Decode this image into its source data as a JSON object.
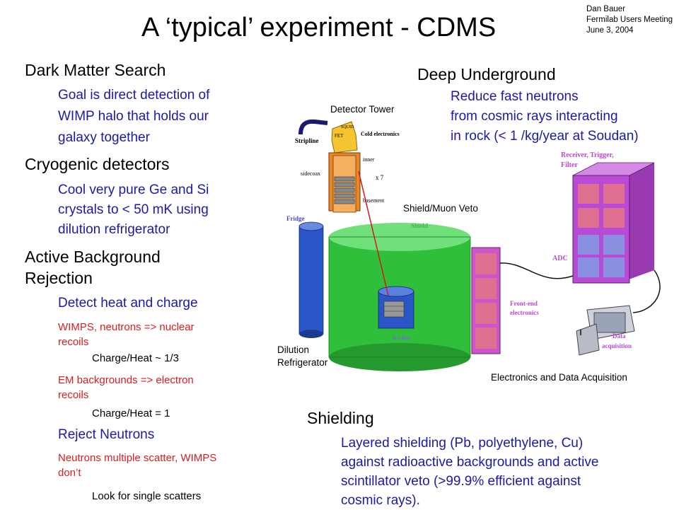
{
  "title": "A ‘typical’ experiment - CDMS",
  "author": {
    "name": "Dan Bauer",
    "event": "Fermilab Users Meeting",
    "date": "June 3, 2004"
  },
  "left": {
    "dark_matter": {
      "heading": "Dark Matter Search",
      "lines": [
        "Goal is direct detection of",
        "WIMP halo that holds our",
        "galaxy together"
      ]
    },
    "cryo": {
      "heading": "Cryogenic detectors",
      "lines": [
        "Cool very pure Ge and Si",
        "crystals to < 50 mK using",
        "dilution refrigerator"
      ]
    },
    "active": {
      "heading_lines": [
        "Active Background",
        "Rejection"
      ],
      "detect": "Detect heat and charge",
      "wimps_lines": [
        "WIMPS, neutrons => nuclear",
        "recoils"
      ],
      "charge_heat_1": "Charge/Heat ~ 1/3",
      "em_lines": [
        "EM backgrounds => electron",
        "recoils"
      ],
      "charge_heat_2": "Charge/Heat = 1",
      "reject": "Reject Neutrons",
      "neutron_lines": [
        "Neutrons multiple scatter, WIMPS",
        "don’t"
      ],
      "single": "Look for single scatters"
    }
  },
  "underground": {
    "heading": "Deep Underground",
    "lines": [
      "Reduce fast neutrons",
      "from cosmic rays interacting",
      "in rock (< 1 /kg/year at Soudan)"
    ]
  },
  "shielding": {
    "heading": "Shielding",
    "lines": [
      "Layered shielding (Pb, polyethylene, Cu)",
      "against radioactive backgrounds and active",
      "scintillator veto (>99.9% efficient against",
      "cosmic rays)."
    ]
  },
  "diagram": {
    "labels": {
      "detector_tower": "Detector Tower",
      "shield_muon": "Shield/Muon Veto",
      "dilution": "Dilution",
      "refrigerator": "Refrigerator",
      "electronics": "Electronics and Data Acquisition",
      "stripline": "Stripline",
      "cold_electronics": "Cold electronics",
      "inner": "inner",
      "sidecoax": "sidecoax",
      "basement": "basement",
      "fet": "FET",
      "squid": "SQUID",
      "x7": "x 7",
      "fridge": "Fridge",
      "shield": "Shield",
      "ice_box": "Ice Box",
      "receiver": "Receiver, Trigger,",
      "filter": "Filter",
      "adc": "ADC",
      "front_end": "Front-end",
      "front_end2": "electronics",
      "data": "Data",
      "acquisition": "acquisition"
    },
    "colors": {
      "fridge": "#2a56c8",
      "shield": "#2fbf3a",
      "icebox": "#2a56c8",
      "front_end": "#cc55cc",
      "adc": "#b94ad6",
      "arrow": "#d21a1a"
    }
  }
}
